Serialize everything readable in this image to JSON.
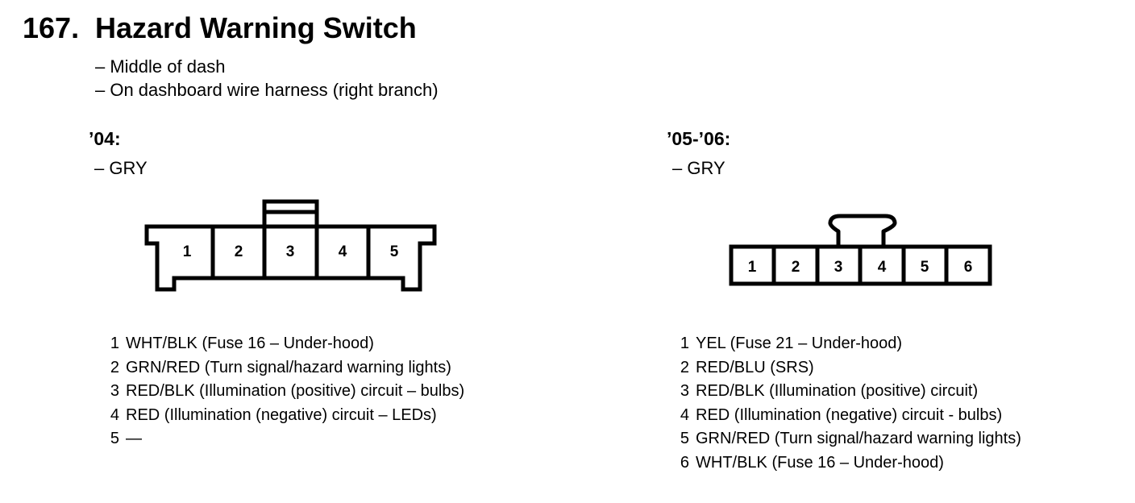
{
  "title": {
    "number": "167.",
    "text": "Hazard Warning Switch"
  },
  "location": [
    "– Middle of dash",
    "– On dashboard wire harness (right branch)"
  ],
  "connectors": [
    {
      "header": "’04:",
      "color": "– GRY",
      "pins": [
        "1",
        "2",
        "3",
        "4",
        "5"
      ],
      "descriptions": [
        {
          "pin": "1",
          "text": "WHT/BLK (Fuse 16 – Under-hood)"
        },
        {
          "pin": "2",
          "text": "GRN/RED (Turn signal/hazard warning lights)"
        },
        {
          "pin": "3",
          "text": "RED/BLK (Illumination (positive) circuit – bulbs)"
        },
        {
          "pin": "4",
          "text": "RED (Illumination (negative) circuit – LEDs)"
        },
        {
          "pin": "5",
          "text": "—"
        }
      ]
    },
    {
      "header": "’05-’06:",
      "color": "– GRY",
      "pins": [
        "1",
        "2",
        "3",
        "4",
        "5",
        "6"
      ],
      "descriptions": [
        {
          "pin": "1",
          "text": "YEL (Fuse 21 – Under-hood)"
        },
        {
          "pin": "2",
          "text": "RED/BLU (SRS)"
        },
        {
          "pin": "3",
          "text": "RED/BLK (Illumination (positive) circuit)"
        },
        {
          "pin": "4",
          "text": "RED (Illumination (negative) circuit - bulbs)"
        },
        {
          "pin": "5",
          "text": "GRN/RED (Turn signal/hazard warning lights)"
        },
        {
          "pin": "6",
          "text": "WHT/BLK (Fuse 16 – Under-hood)"
        }
      ]
    }
  ]
}
